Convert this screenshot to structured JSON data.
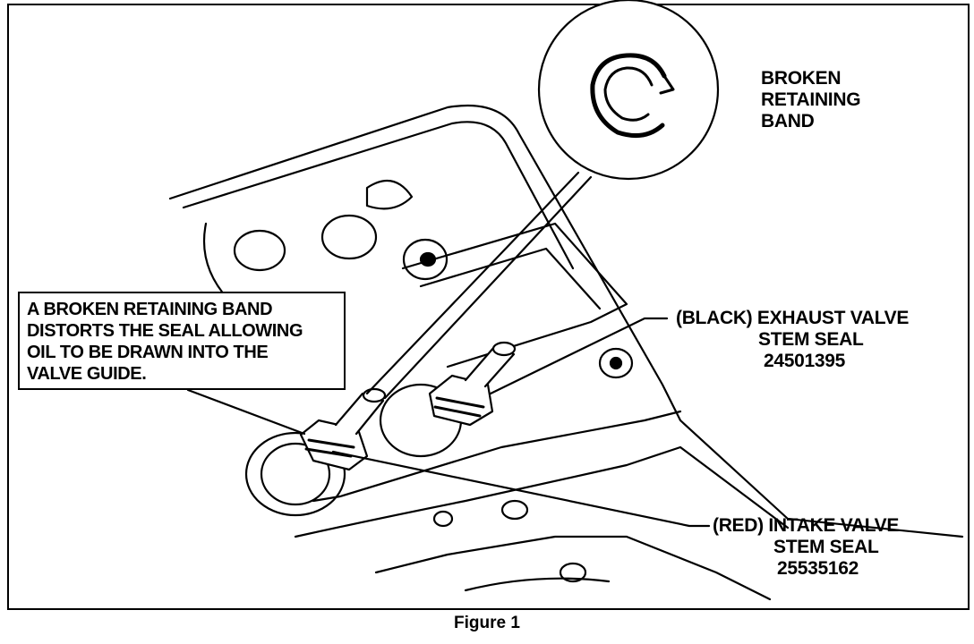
{
  "figure": {
    "caption": "Figure 1"
  },
  "labels": {
    "broken_band": [
      "BROKEN",
      "RETAINING",
      "BAND"
    ],
    "callout": [
      "A BROKEN RETAINING BAND",
      "DISTORTS THE SEAL ALLOWING",
      "OIL TO BE DRAWN INTO THE",
      "VALVE GUIDE."
    ],
    "exhaust_seal": [
      "(BLACK) EXHAUST VALVE",
      "STEM SEAL",
      "24501395"
    ],
    "intake_seal": [
      "(RED) INTAKE VALVE",
      "STEM SEAL",
      "25535162"
    ]
  }
}
